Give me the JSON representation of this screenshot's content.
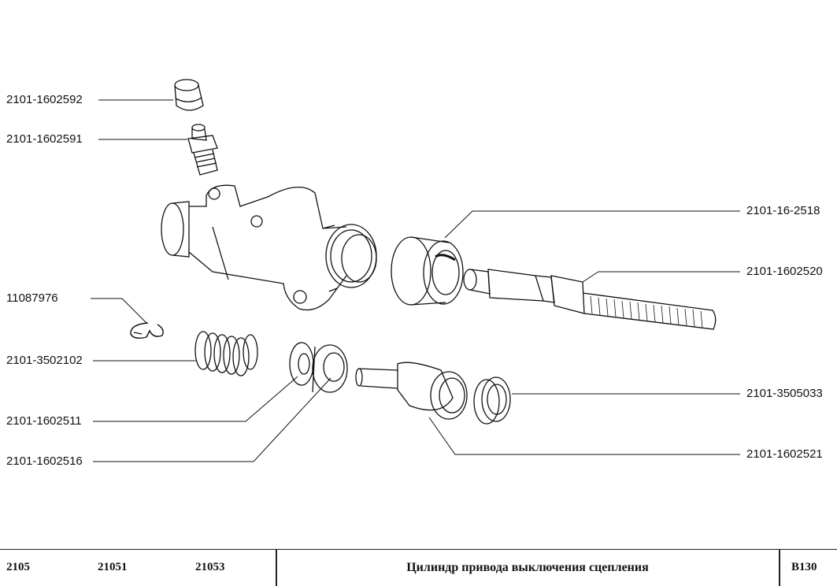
{
  "labels": {
    "cap": "2101-1602592",
    "bleeder": "2101-1602591",
    "clip": "11087976",
    "spring": "2101-3502102",
    "washer_small": "2101-1602511",
    "washer_large": "2101-1602516",
    "boot": "2101-16-2518",
    "pushrod": "2101-1602520",
    "seal": "2101-3505033",
    "piston": "2101-1602521"
  },
  "footer": {
    "models": [
      "2105",
      "21051",
      "21053"
    ],
    "title": "Цилиндр привода выключения сцепления",
    "code": "B130"
  }
}
